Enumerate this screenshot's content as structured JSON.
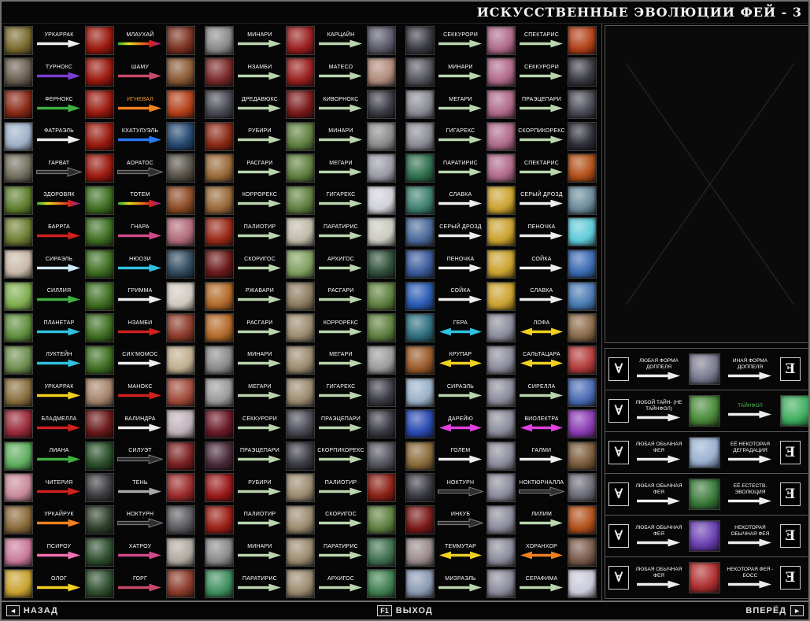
{
  "title": "ИСКУССТВЕННЫЕ ЭВОЛЮЦИИ ФЕЙ - 3",
  "colors": {
    "default_arrow": "#b9d4ae",
    "dark_arrow": "#2e2e2e",
    "rainbow_stops": [
      "#2fae2f",
      "#e8e020",
      "#f08020",
      "#d02020",
      "#8a2fc0"
    ]
  },
  "footer": {
    "back": "НАЗАД",
    "back_icon": "◄",
    "exit": "ВЫХОД",
    "exit_key": "F1",
    "forward": "ВПЕРЁД",
    "forward_icon": "►"
  },
  "legend": {
    "any_symbol": "∀",
    "some_symbol": "Ǝ",
    "rows": [
      {
        "left": "ЛЮБАЯ ФОРМА ДОППЕЛЯ",
        "right": "ИНАЯ ФОРМА ДОППЕЛЯ",
        "icon": "#7a7a8f",
        "end": "symbol"
      },
      {
        "left": "ЛЮБОЙ ТАЙН- (НЕ ТАЙНФОЛ)",
        "right": "ТАЙНФОЛ",
        "right_color": "#58c058",
        "icon": "#4a8a3a",
        "end": "icon",
        "end_icon": "#3fae5f"
      },
      {
        "left": "ЛЮБАЯ ОБЫЧНАЯ ФЕЯ",
        "right": "ЕЁ НЕКОТОРАЯ ДЕГРАДАЦИЯ",
        "icon": "#9ab0d0",
        "end": "symbol"
      },
      {
        "left": "ЛЮБАЯ ОБЫЧНАЯ ФЕЯ",
        "right": "ЕЁ ЕСТЕСТВ. ЭВОЛЮЦИЯ",
        "icon": "#3a7a3a",
        "end": "symbol"
      },
      {
        "left": "ЛЮБАЯ ОБЫЧНАЯ ФЕЯ",
        "right": "НЕКОТОРАЯ ОБЫЧНАЯ ФЕЯ",
        "icon": "#6a3fb0",
        "end": "symbol"
      },
      {
        "left": "ЛЮБАЯ ОБЫЧНАЯ ФЕЯ",
        "right": "НЕКОТОРАЯ ФЕЯ - БОСС",
        "icon": "#b03030",
        "end": "symbol"
      }
    ]
  },
  "chains": [
    [
      {
        "ic": [
          "#7a6b2f",
          "#9a1a0f",
          "#7a3020"
        ],
        "ar": [
          {
            "l": "УРКАРРАК",
            "c": "#ededed"
          },
          {
            "l": "МЛАУХАЙ",
            "c": "rainbow"
          }
        ]
      },
      {
        "ic": [
          "#8a8a8a",
          "#9a2020",
          "#5a5a6a"
        ],
        "ar": [
          {
            "l": "МИНАРИ"
          },
          {
            "l": "КАРЦАЙН"
          }
        ]
      },
      {
        "ic": [
          "#3a3a44",
          "#b06a8a",
          "#b24018"
        ],
        "ar": [
          {
            "l": "СЕККУРОРИ"
          },
          {
            "l": "СПЕКТАРИС"
          }
        ]
      }
    ],
    [
      {
        "ic": [
          "#6b5f50",
          "#9a1a0f",
          "#8a5a33"
        ],
        "ar": [
          {
            "l": "ТУРНОКС",
            "c": "#7a3fd0"
          },
          {
            "l": "ШАМУ",
            "c": "#c84a6a"
          }
        ]
      },
      {
        "ic": [
          "#7a2a2a",
          "#9a2020",
          "#b08a7a"
        ],
        "ar": [
          {
            "l": "НЗАМБИ"
          },
          {
            "l": "МАТЕСО"
          }
        ]
      },
      {
        "ic": [
          "#55555f",
          "#b06a8a",
          "#3a3a44"
        ],
        "ar": [
          {
            "l": "МИНАРИ"
          },
          {
            "l": "СЕККУРОРИ"
          }
        ]
      }
    ],
    [
      {
        "ic": [
          "#8a2a16",
          "#9a1a0f",
          "#b24018"
        ],
        "ar": [
          {
            "l": "ФЕРНОКС",
            "c": "#3fae3f"
          },
          {
            "l": "ИГНЕВАЛ",
            "c": "#f08020",
            "lc": "#f0a030"
          }
        ]
      },
      {
        "ic": [
          "#4a4a55",
          "#7a1a1a",
          "#3a3a44"
        ],
        "ar": [
          {
            "l": "ДРЕДАВЮКС"
          },
          {
            "l": "КИВОРНОКС"
          }
        ]
      },
      {
        "ic": [
          "#8a8a95",
          "#b06a8a",
          "#4a4a55"
        ],
        "ar": [
          {
            "l": "МЕГАРИ"
          },
          {
            "l": "ПРАЭЦЕПАРИ"
          }
        ]
      }
    ],
    [
      {
        "ic": [
          "#9fb0c8",
          "#9a1a0f",
          "#24476f"
        ],
        "ar": [
          {
            "l": "ФАТРАЭЛЬ",
            "c": "#ededed"
          },
          {
            "l": "КХАТУЛУЭЛЬ",
            "c": "#2878f0"
          }
        ]
      },
      {
        "ic": [
          "#8a2a16",
          "#5f7f3f",
          "#8a8a8a"
        ],
        "ar": [
          {
            "l": "РУБИРИ"
          },
          {
            "l": "МИНАРИ"
          }
        ]
      },
      {
        "ic": [
          "#8a8a95",
          "#b06a8a",
          "#2f2f3a"
        ],
        "ar": [
          {
            "l": "ГИГАРЕКС"
          },
          {
            "l": "СКОРПИКОРЕКС"
          }
        ]
      }
    ],
    [
      {
        "ic": [
          "#73705f",
          "#9a1a0f",
          "#565147"
        ],
        "ar": [
          {
            "l": "ГАРВАТ",
            "c": "dark"
          },
          {
            "l": "АОРАТОС",
            "c": "dark"
          }
        ]
      },
      {
        "ic": [
          "#9a6a3a",
          "#5f7f3f",
          "#9a9aa5"
        ],
        "ar": [
          {
            "l": "РАСГАРИ"
          },
          {
            "l": "МЕГАРИ"
          }
        ]
      },
      {
        "ic": [
          "#2f6f4f",
          "#b06a8a",
          "#b25018"
        ],
        "ar": [
          {
            "l": "ПАРАТИРИС"
          },
          {
            "l": "СПЕКТАРИС"
          }
        ]
      }
    ],
    [
      {
        "ic": [
          "#5f7f2f",
          "#3f6f23",
          "#8a4a23"
        ],
        "ar": [
          {
            "l": "ЗДОРОВЯК",
            "c": "rainbow"
          },
          {
            "l": "ТОТЕМ",
            "c": "rainbow"
          }
        ]
      },
      {
        "ic": [
          "#9a6a3a",
          "#5f7f3f",
          "#cfcfd8"
        ],
        "ar": [
          {
            "l": "КОРРОРЕКС"
          },
          {
            "l": "ГИГАРЕКС"
          }
        ]
      },
      {
        "ic": [
          "#3f7f6f",
          "#c9a22f",
          "#6a8a9a"
        ],
        "ar": [
          {
            "l": "СЛАВКА",
            "c": "#ededed"
          },
          {
            "l": "СЕРЫЙ ДРОЗД",
            "c": "#ededed"
          }
        ]
      }
    ],
    [
      {
        "ic": [
          "#6f7f33",
          "#3f6f23",
          "#b06a7a"
        ],
        "ar": [
          {
            "l": "БАРРГА",
            "c": "#d02020"
          },
          {
            "l": "ГНАРА",
            "c": "#d04a8a"
          }
        ]
      },
      {
        "ic": [
          "#9a2a1a",
          "#bfb9a9",
          "#c9c9bf"
        ],
        "ar": [
          {
            "l": "ПАЛИОТИР"
          },
          {
            "l": "ПАРАТИРИС"
          }
        ]
      },
      {
        "ic": [
          "#4a6a9a",
          "#c9a22f",
          "#5fc9d8"
        ],
        "ar": [
          {
            "l": "СЕРЫЙ ДРОЗД",
            "c": "#ededed"
          },
          {
            "l": "ПЕНОЧКА",
            "c": "#ededed"
          }
        ]
      }
    ],
    [
      {
        "ic": [
          "#c9b9a9",
          "#3f6f23",
          "#2f4a5f"
        ],
        "ar": [
          {
            "l": "СИРАЭЛЬ",
            "c": "#cfe8f8"
          },
          {
            "l": "НЮОЗИ",
            "c": "#30c0e0"
          }
        ]
      },
      {
        "ic": [
          "#6a1a1a",
          "#7f9f5f",
          "#2f4f3a"
        ],
        "ar": [
          {
            "l": "СКОРИГОС"
          },
          {
            "l": "АРХИГОС"
          }
        ]
      },
      {
        "ic": [
          "#3a5a9a",
          "#c9a22f",
          "#3a6ab2"
        ],
        "ar": [
          {
            "l": "ПЕНОЧКА",
            "c": "#ededed"
          },
          {
            "l": "СОЙКА",
            "c": "#ededed"
          }
        ]
      }
    ],
    [
      {
        "ic": [
          "#7fae4f",
          "#3f6f23",
          "#cfc9bf"
        ],
        "ar": [
          {
            "l": "СИЛЛИЯ",
            "c": "#3fae3f"
          },
          {
            "l": "ГРИММА",
            "c": "#ededed"
          }
        ]
      },
      {
        "ic": [
          "#b26a2a",
          "#8a7a5f",
          "#5f7f3f"
        ],
        "ar": [
          {
            "l": "РЖАВАРИ"
          },
          {
            "l": "РАСГАРИ"
          }
        ]
      },
      {
        "ic": [
          "#2a5ab2",
          "#c9a22f",
          "#4a7ab2"
        ],
        "ar": [
          {
            "l": "СОЙКА",
            "c": "#ededed"
          },
          {
            "l": "СЛАВКА",
            "c": "#ededed"
          }
        ]
      }
    ],
    [
      {
        "ic": [
          "#5f8f3f",
          "#3f6f23",
          "#8a3a2a"
        ],
        "ar": [
          {
            "l": "ПЛАНЕТАР",
            "c": "#30c0e0"
          },
          {
            "l": "НЗАМБИ",
            "c": "#d02020"
          }
        ]
      },
      {
        "ic": [
          "#b26a2a",
          "#9a8a6f",
          "#5f7f3f"
        ],
        "ar": [
          {
            "l": "РАСГАРИ"
          },
          {
            "l": "КОРРОРЕКС"
          }
        ]
      },
      {
        "ic": [
          "#2f6f7f",
          "#8a8a9a",
          "#8a6a4a"
        ],
        "ar": [
          {
            "l": "ГЕРА",
            "c": "#30c0e0",
            "d": 1
          },
          {
            "l": "ЛОФА",
            "c": "#f0d020",
            "d": 1
          }
        ]
      }
    ],
    [
      {
        "ic": [
          "#6f8f4f",
          "#3f6f23",
          "#bfae8f"
        ],
        "ar": [
          {
            "l": "ЛУКТЕЙН",
            "c": "#30c0e0"
          },
          {
            "l": "СИХ'МОМОС",
            "c": "#ededed"
          }
        ]
      },
      {
        "ic": [
          "#8a8a8a",
          "#9a8a6f",
          "#9a9a9a"
        ],
        "ar": [
          {
            "l": "МИНАРИ"
          },
          {
            "l": "МЕГАРИ"
          }
        ]
      },
      {
        "ic": [
          "#9a5a2a",
          "#8a8a9a",
          "#b23a3a"
        ],
        "ar": [
          {
            "l": "КРУПАР",
            "c": "#f0d020",
            "d": 1
          },
          {
            "l": "САЛЬТАЦАРА",
            "c": "#f0d020",
            "d": 1
          }
        ]
      }
    ],
    [
      {
        "ic": [
          "#8a6f3f",
          "#a5836b",
          "#a04a3a"
        ],
        "ar": [
          {
            "l": "УРКАРРАК",
            "c": "#f0d020"
          },
          {
            "l": "МАНОКС",
            "c": "#d02020"
          }
        ]
      },
      {
        "ic": [
          "#9a9a9a",
          "#9a8a6f",
          "#3a3a44"
        ],
        "ar": [
          {
            "l": "МЕГАРИ"
          },
          {
            "l": "ГИГАРЕКС"
          }
        ]
      },
      {
        "ic": [
          "#9ab0c8",
          "#8a8a9a",
          "#4a6ab2"
        ],
        "ar": [
          {
            "l": "СИРАЭЛЬ"
          },
          {
            "l": "СИРЕЛЛА"
          }
        ]
      }
    ],
    [
      {
        "ic": [
          "#9a2a3a",
          "#6a1a1a",
          "#bfb0b8"
        ],
        "ar": [
          {
            "l": "БЛАДМЕЛЛА",
            "c": "#d02020"
          },
          {
            "l": "ВАЛИНДРА",
            "c": "#ededed"
          }
        ]
      },
      {
        "ic": [
          "#6a1a2a",
          "#4a4a55",
          "#3a3a44"
        ],
        "ar": [
          {
            "l": "СЕККУРОРИ"
          },
          {
            "l": "ПРАЭЦЕПАРИ"
          }
        ]
      },
      {
        "ic": [
          "#2a4ab2",
          "#8a8a9a",
          "#8a3ab2"
        ],
        "ar": [
          {
            "l": "ДАРЕЙЮ",
            "c": "#e040e0",
            "d": 1
          },
          {
            "l": "ВИОЛЕКТРА",
            "c": "#e040e0",
            "d": 1
          }
        ]
      }
    ],
    [
      {
        "ic": [
          "#5fae5f",
          "#2a4f2a",
          "#7a2020"
        ],
        "ar": [
          {
            "l": "ЛИАНА",
            "c": "#3fae3f"
          },
          {
            "l": "СИЛУЭТ",
            "c": "dark"
          }
        ]
      },
      {
        "ic": [
          "#4a2a3a",
          "#3a3a44",
          "#55555f"
        ],
        "ar": [
          {
            "l": "ПРАЭЦЕПАРИ"
          },
          {
            "l": "СКОРПИКОРЕКС"
          }
        ]
      },
      {
        "ic": [
          "#8a6a3a",
          "#8a8a9a",
          "#7a5a3a"
        ],
        "ar": [
          {
            "l": "ГОЛЕМ",
            "c": "#ededed"
          },
          {
            "l": "ГАЛМИ",
            "c": "#ededed"
          }
        ]
      }
    ],
    [
      {
        "ic": [
          "#c98a9a",
          "#3a3a3f",
          "#9a2a2a"
        ],
        "ar": [
          {
            "l": "ЧИТЕРИЯ",
            "c": "#d02020"
          },
          {
            "l": "ТЕНЬ",
            "c": "#a8a8a8"
          }
        ]
      },
      {
        "ic": [
          "#9a1a1a",
          "#9a8a6f",
          "#8a2016"
        ],
        "ar": [
          {
            "l": "РУБИРИ"
          },
          {
            "l": "ПАЛИОТИР"
          }
        ]
      },
      {
        "ic": [
          "#3a3a44",
          "#8a8a9a",
          "#6a6a75"
        ],
        "ar": [
          {
            "l": "НОКТУРН",
            "c": "dark"
          },
          {
            "l": "НОКТЮРНАЛЛА",
            "c": "dark"
          }
        ]
      }
    ],
    [
      {
        "ic": [
          "#8a6a3a",
          "#2f3f2a",
          "#5a5a5f"
        ],
        "ar": [
          {
            "l": "УРКАЙРУК",
            "c": "#f08020"
          },
          {
            "l": "НОКТУРН",
            "c": "dark"
          }
        ]
      },
      {
        "ic": [
          "#9a2016",
          "#9a8a6f",
          "#5f7f3f"
        ],
        "ar": [
          {
            "l": "ПАЛИОТИР"
          },
          {
            "l": "СКОРИГОС"
          }
        ]
      },
      {
        "ic": [
          "#7a1a1a",
          "#8a8a9a",
          "#b2501a"
        ],
        "ar": [
          {
            "l": "ИНКУБ",
            "c": "dark"
          },
          {
            "l": "ЛИЛИМ"
          }
        ]
      }
    ],
    [
      {
        "ic": [
          "#c97a9a",
          "#2f4f2f",
          "#b0a8a0"
        ],
        "ar": [
          {
            "l": "ПСИРОУ",
            "c": "#f070b0"
          },
          {
            "l": "ХАТРОУ",
            "c": "#d04a8a"
          }
        ]
      },
      {
        "ic": [
          "#8a8a8a",
          "#9a8a6f",
          "#3f6f4f"
        ],
        "ar": [
          {
            "l": "МИНАРИ"
          },
          {
            "l": "ПАРАТИРИС"
          }
        ]
      },
      {
        "ic": [
          "#9a8a8a",
          "#8a8a9a",
          "#7a5a4a"
        ],
        "ar": [
          {
            "l": "ТЕММУТАР",
            "c": "#f0d020",
            "d": 1
          },
          {
            "l": "ХОРАНХОР",
            "c": "#f08020",
            "d": 1
          }
        ]
      }
    ],
    [
      {
        "ic": [
          "#c9a22f",
          "#2f4f2f",
          "#8a3a2a"
        ],
        "ar": [
          {
            "l": "ОЛОГ",
            "c": "#f0d020"
          },
          {
            "l": "ГОРГ",
            "c": "#c84a6a"
          }
        ]
      },
      {
        "ic": [
          "#3f8f5f",
          "#9a8a6f",
          "#3f7f4f"
        ],
        "ar": [
          {
            "l": "ПАРАТИРИС"
          },
          {
            "l": "АРХИГОС"
          }
        ]
      },
      {
        "ic": [
          "#8a9ab2",
          "#8a8a9a",
          "#c9c9d8"
        ],
        "ar": [
          {
            "l": "МИЗРАЭЛЬ"
          },
          {
            "l": "СЕРАФИМА"
          }
        ]
      }
    ]
  ]
}
